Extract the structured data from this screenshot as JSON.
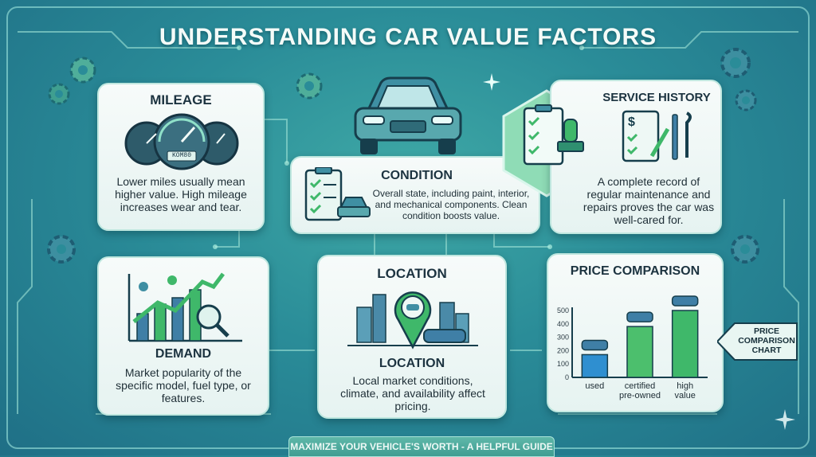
{
  "title": "UNDERSTANDING CAR VALUE FACTORS",
  "footer": "MAXIMIZE YOUR VEHICLE'S WORTH - A HELPFUL GUIDE",
  "colors": {
    "background": "#2a8c98",
    "card": "#eef7f5",
    "accent_green": "#4fbf7a",
    "accent_blue": "#3f7fa6"
  },
  "cards": {
    "mileage": {
      "title": "MILEAGE",
      "text": "Lower miles usually mean higher value. High mileage increases wear and tear.",
      "odometer": "KOM80",
      "icon": "speedometer-icon"
    },
    "condition": {
      "title": "CONDITION",
      "text": "Overall state, including paint, interior, and mechanical components. Clean condition boosts value.",
      "icon": "checklist-car-icon"
    },
    "service": {
      "title": "SERVICE HISTORY",
      "text": "A complete record of regular maintenance and repairs proves the car was well-cared for.",
      "icon": "service-records-icon"
    },
    "demand": {
      "title": "DEMAND",
      "text": "Market popularity of the specific model, fuel type, or features.",
      "icon": "growth-chart-icon"
    },
    "location": {
      "title": "LOCATION",
      "subtitle": "LOCATION",
      "text": "Local market conditions, climate, and availability affect pricing.",
      "icon": "map-pin-city-icon"
    },
    "price": {
      "title": "PRICE COMPARISON"
    }
  },
  "badge": {
    "text": "PRICE COMPARISON CHART"
  },
  "chart_data": {
    "type": "bar",
    "title": "PRICE COMPARISON",
    "categories": [
      "used",
      "certified pre-owned",
      "high value"
    ],
    "values": [
      170,
      380,
      500
    ],
    "ylim": [
      0,
      500
    ],
    "yticks": [
      "0",
      "100",
      "200",
      "300",
      "400",
      "500"
    ],
    "colors": [
      "#2f8fd0",
      "#4cbf6d",
      "#3fb86a"
    ]
  }
}
